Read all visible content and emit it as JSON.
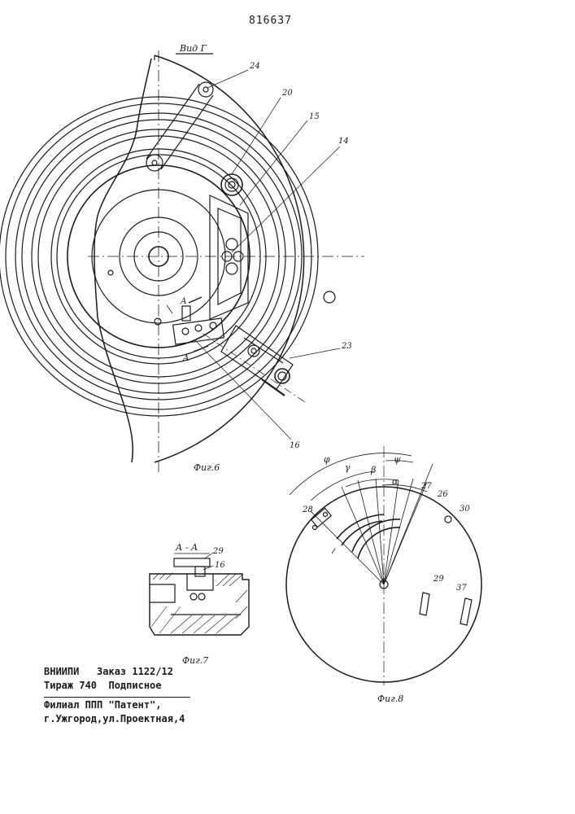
{
  "header": {
    "patent_number": "816637"
  },
  "figures": {
    "fig6": {
      "view_label": "Вид Г",
      "caption": "Фиг.6",
      "callouts": [
        "24",
        "20",
        "15",
        "14",
        "23",
        "16"
      ],
      "section_mark": "А"
    },
    "fig7": {
      "section_label": "А - А",
      "caption": "Фиг.7",
      "callouts": [
        "29",
        "16"
      ]
    },
    "fig8": {
      "caption": "Фиг.8",
      "callouts": [
        "28",
        "27",
        "26",
        "30",
        "29",
        "37"
      ],
      "angles": [
        "φ",
        "γ",
        "β",
        "α",
        "ψ"
      ]
    }
  },
  "imprint": {
    "line1": "ВНИИПИ   Заказ 1122/12",
    "line2": "Тираж 740  Подписное",
    "line3": "Филиал ППП \"Патент\",",
    "line4": "г.Ужгород,ул.Проектная,4"
  }
}
